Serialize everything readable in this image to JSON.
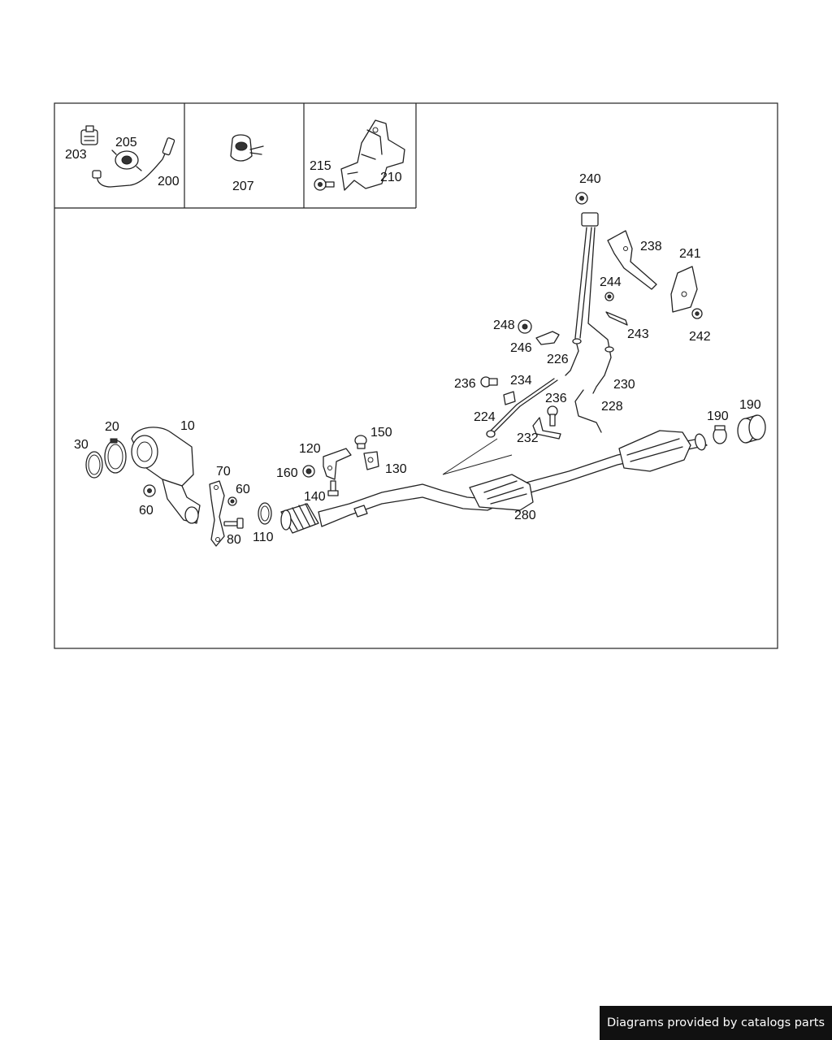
{
  "footer": {
    "text": "Diagrams provided by catalogs parts"
  },
  "callouts": {
    "c200": "200",
    "c203": "203",
    "c205": "205",
    "c207": "207",
    "c210": "210",
    "c215": "215",
    "c240": "240",
    "c238": "238",
    "c241": "241",
    "c244": "244",
    "c243": "243",
    "c242": "242",
    "c248": "248",
    "c246": "246",
    "c226": "226",
    "c236a": "236",
    "c234": "234",
    "c230": "230",
    "c228": "228",
    "c236b": "236",
    "c224": "224",
    "c232": "232",
    "c190a": "190",
    "c190b": "190",
    "c10": "10",
    "c20": "20",
    "c30": "30",
    "c60a": "60",
    "c60b": "60",
    "c70": "70",
    "c80": "80",
    "c110": "110",
    "c120": "120",
    "c150": "150",
    "c160": "160",
    "c130": "130",
    "c140": "140",
    "c280": "280"
  }
}
